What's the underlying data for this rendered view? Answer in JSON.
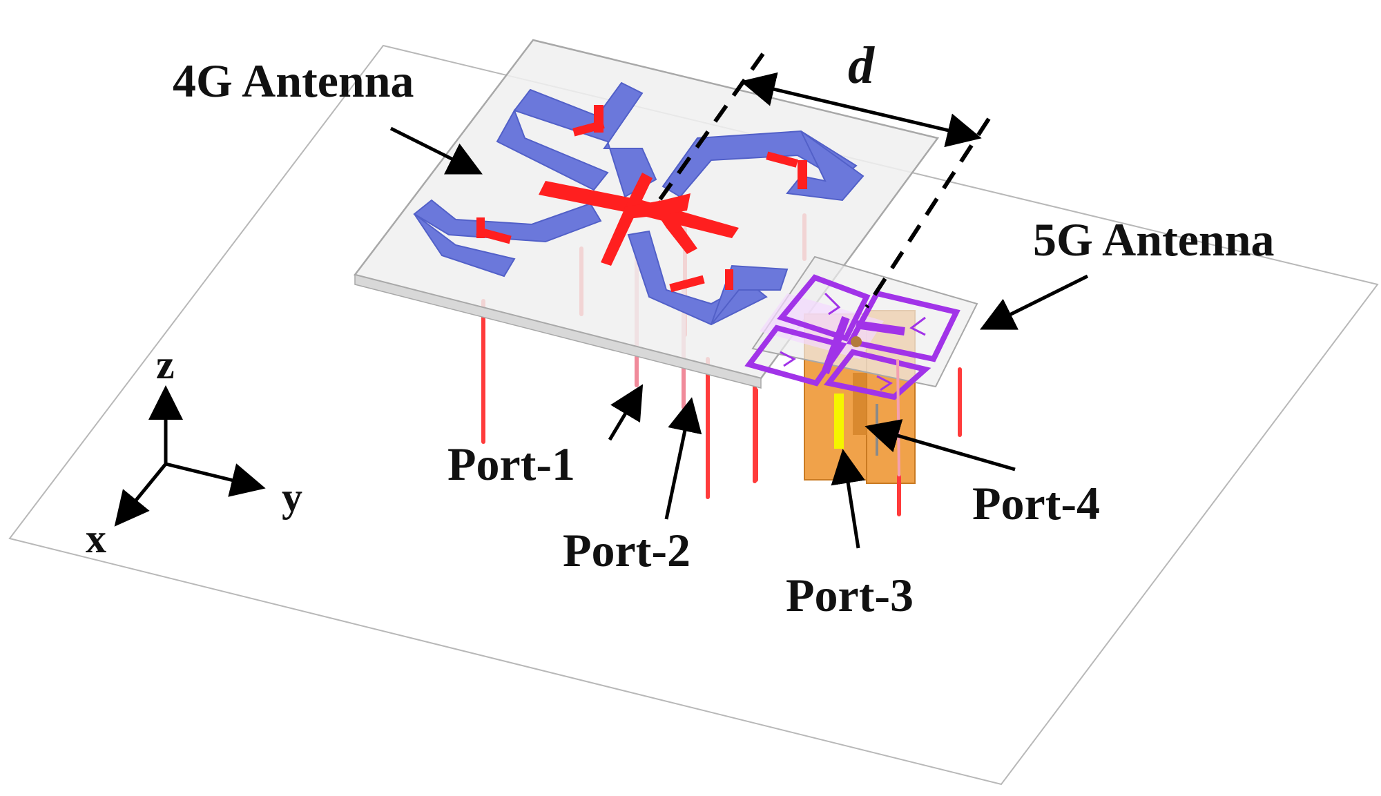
{
  "labels": {
    "antenna_4g": "4G Antenna",
    "antenna_5g": "5G Antenna",
    "distance": "d",
    "port_1": "Port-1",
    "port_2": "Port-2",
    "port_3": "Port-3",
    "port_4": "Port-4",
    "axis_x": "x",
    "axis_y": "y",
    "axis_z": "z"
  },
  "colors": {
    "radiator_4g": "#6b78db",
    "feed_4g": "#ff1f1f",
    "radiator_5g": "#a133e8",
    "feed_5g": "#f0a24a",
    "feed_pin": "#ff3030",
    "port_highlight": "#f5f500",
    "ground": "#ffffff",
    "substrate": "#f0f0f0"
  },
  "icons": {
    "axes": "xyz-axis-triad-icon"
  }
}
